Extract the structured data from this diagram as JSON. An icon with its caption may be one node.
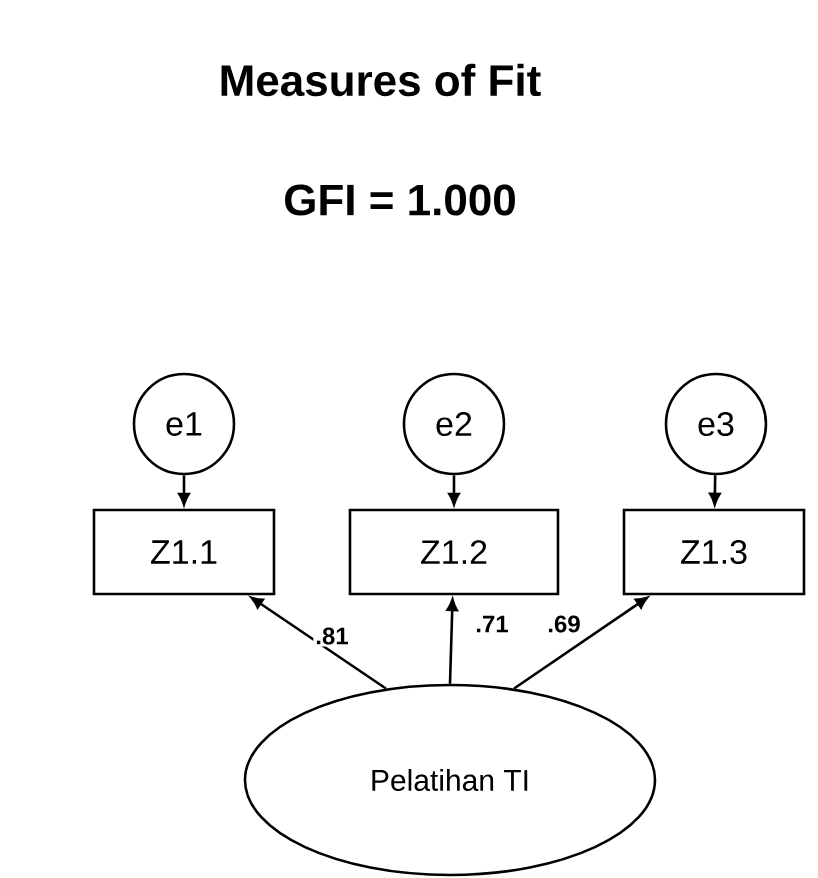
{
  "diagram": {
    "title": "Measures of Fit",
    "nodes": [
      {
        "text": [
          "e1"
        ]
      },
      {
        "text": [
          "e2"
        ]
      },
      {
        "text": [
          "e3"
        ]
      },
      {
        "text": [
          "Z1.1"
        ]
      },
      {
        "text": [
          "Z1.2"
        ]
      },
      {
        "text": [
          "Z1.3"
        ]
      },
      {
        "text": [
          "Pelatihan TI"
        ]
      }
    ],
    "edges": [
      {
        "from": 0,
        "to": 3,
        "arrow": "to"
      },
      {
        "from": 1,
        "to": 4,
        "arrow": "to"
      },
      {
        "from": 2,
        "to": 5,
        "arrow": "to"
      },
      {
        "from": 6,
        "to": 3,
        "arrow": "to",
        "label": ".81"
      },
      {
        "from": 6,
        "to": 4,
        "arrow": "to",
        "label": ".71"
      },
      {
        "from": 6,
        "to": 5,
        "arrow": "to",
        "label": ".69"
      }
    ],
    "labels": [
      "GFI = 1.000"
    ]
  }
}
